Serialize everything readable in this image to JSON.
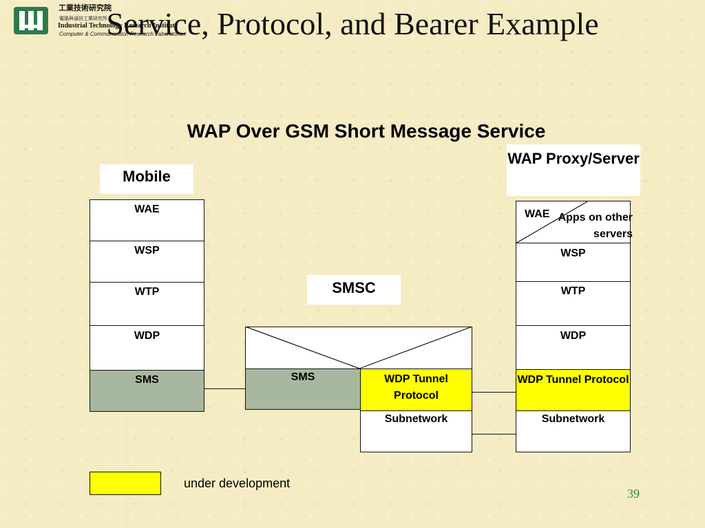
{
  "header": {
    "logo_cn": "工業技術研究院",
    "logo_cn_sub": "電腦與通訊工業研究所",
    "logo_en": "Industrial Technology Research Institute",
    "logo_en_sub": "Computer & Communication Research Laboratories"
  },
  "title": "Service, Protocol, and Bearer Example",
  "subtitle": "WAP Over GSM Short Message Service",
  "mobile": {
    "label": "Mobile",
    "layers": [
      "WAE",
      "WSP",
      "WTP",
      "WDP",
      "SMS"
    ]
  },
  "smsc": {
    "label": "SMSC",
    "sms": "SMS",
    "tunnel": "WDP Tunnel Protocol",
    "subnetwork": "Subnetwork"
  },
  "server": {
    "label": "WAP Proxy/Server",
    "wae": "WAE",
    "apps": "Apps on other servers",
    "layers": [
      "WSP",
      "WTP",
      "WDP"
    ],
    "tunnel": "WDP Tunnel Protocol",
    "subnetwork": "Subnetwork"
  },
  "legend": {
    "text": "under development",
    "color": "#ffff00"
  },
  "colors": {
    "sms_fill": "#a8b8a0",
    "tunnel_fill": "#ffff00",
    "page_number": "#2e8b3a"
  },
  "page_number": "39"
}
